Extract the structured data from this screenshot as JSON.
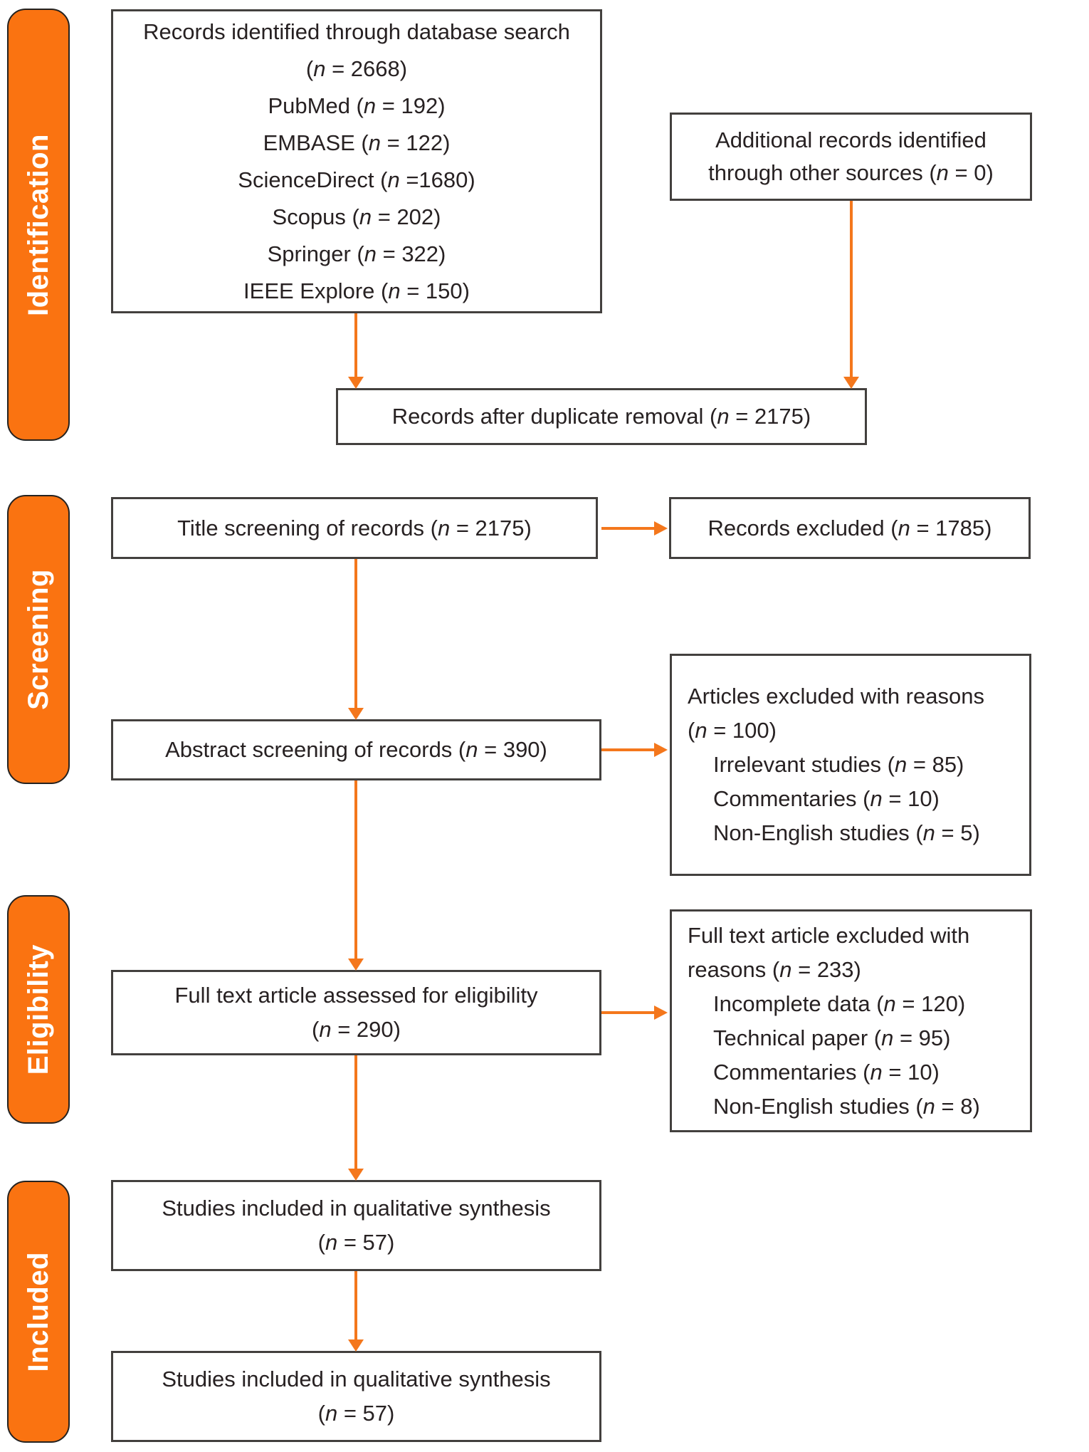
{
  "sidebar": {
    "labels": [
      {
        "id": "identification",
        "text": "Identification"
      },
      {
        "id": "screening",
        "text": "Screening"
      },
      {
        "id": "eligibility",
        "text": "Eligibility"
      },
      {
        "id": "included",
        "text": "Included"
      }
    ]
  },
  "boxes": {
    "records_identified": {
      "lines": [
        "Records identified through database search",
        "(n = 2668)",
        "PubMed (n = 192)",
        "EMBASE (n = 122)",
        "ScienceDirect (n =1680)",
        "Scopus (n = 202)",
        "Springer (n = 322)",
        "IEEE Explore (n = 150)"
      ]
    },
    "additional_records": {
      "lines": [
        "Additional records identified",
        "through other sources (n = 0)"
      ]
    },
    "duplicate_removal": {
      "lines": [
        "Records after duplicate removal (n = 2175)"
      ]
    },
    "title_screening": {
      "lines": [
        "Title screening of records (n = 2175)"
      ]
    },
    "records_excluded": {
      "lines": [
        "Records excluded (n = 1785)"
      ]
    },
    "abstract_screening": {
      "lines": [
        "Abstract screening of records (n = 390)"
      ]
    },
    "articles_excluded": {
      "lines": [
        "Articles excluded with reasons",
        "(n = 100)",
        "Irrelevant studies (n = 85)",
        "Commentaries (n = 10)",
        "Non-English studies (n = 5)"
      ],
      "indent_from": 2
    },
    "fulltext_assessed": {
      "lines": [
        "Full text article assessed for eligibility",
        "(n = 290)"
      ]
    },
    "fulltext_excluded": {
      "lines": [
        "Full text article excluded with",
        "reasons (n = 233)",
        "Incomplete data (n = 120)",
        "Technical paper (n = 95)",
        "Commentaries (n = 10)",
        "Non-English studies (n = 8)"
      ],
      "indent_from": 2
    },
    "qualitative_synthesis_1": {
      "lines": [
        "Studies included in qualitative synthesis",
        "(n = 57)"
      ]
    },
    "qualitative_synthesis_2": {
      "lines": [
        "Studies included in qualitative synthesis",
        "(n = 57)"
      ]
    }
  },
  "colors": {
    "sidebar_fill": "#FA7311",
    "sidebar_text": "#FFFFFF",
    "arrow": "#F4771C",
    "box_border": "#43403E",
    "text": "#272122"
  }
}
